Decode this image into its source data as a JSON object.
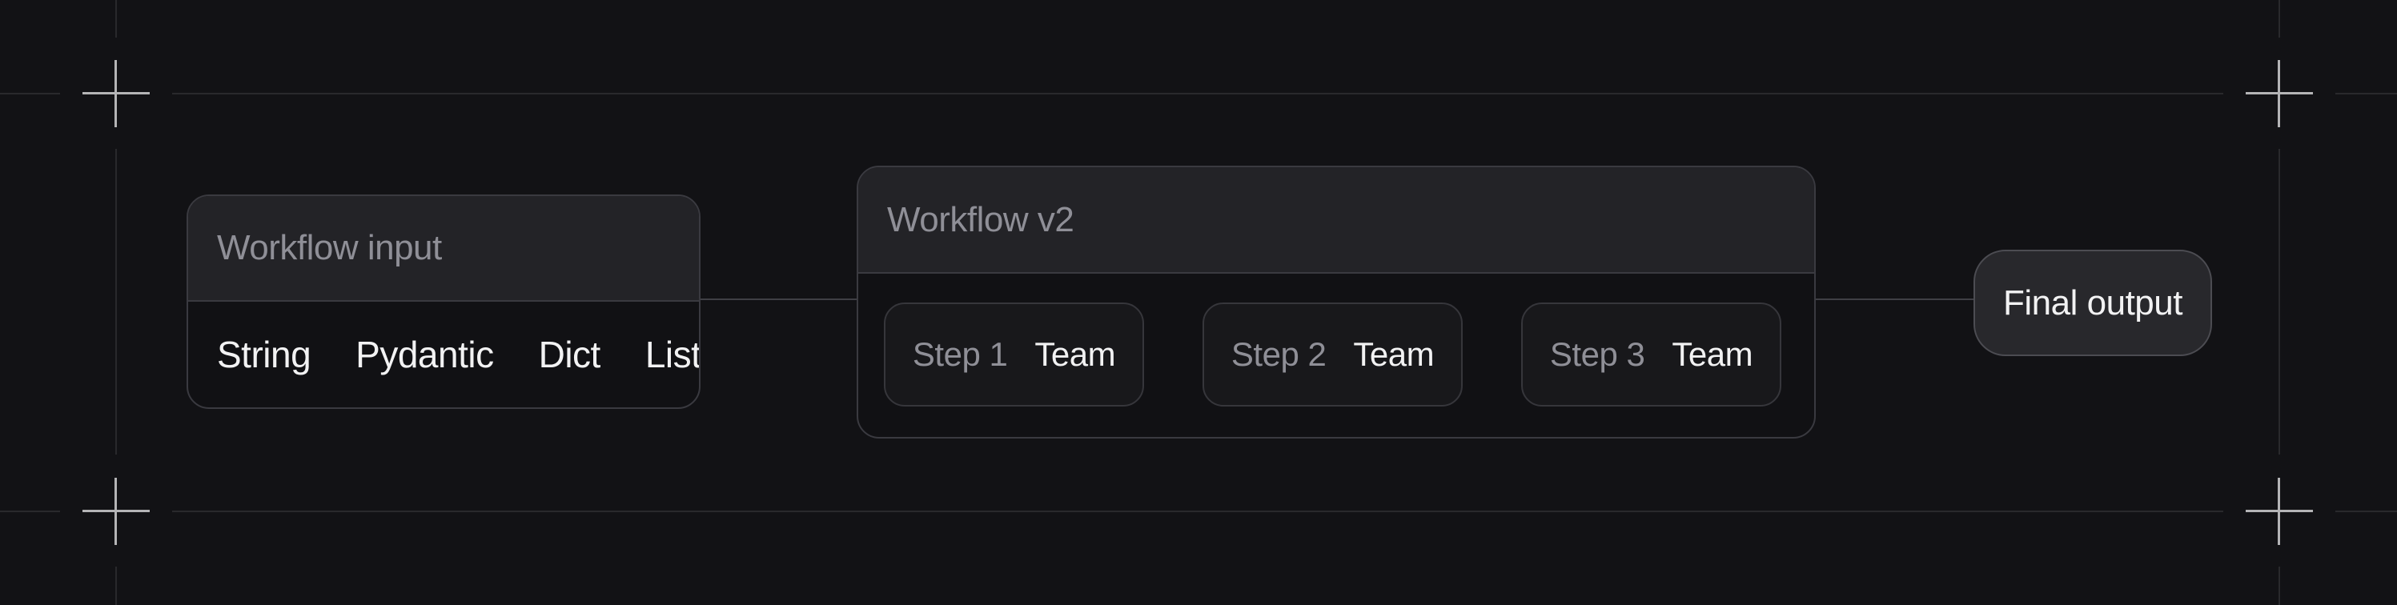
{
  "palette": {
    "background": "#121215",
    "guide_line": "#29292c",
    "crosshair": "#b4b4b6",
    "connector": "#3f3f45",
    "box_border": "#3a3a40",
    "box_header_bg": "#232327",
    "box_body_bg": "#111114",
    "card_bg": "#18181b",
    "card_border": "#36363b",
    "output_bg": "#28282c",
    "output_border": "#4c4c52",
    "muted_text": "#8f8f97",
    "bright_text": "#f2f2f3"
  },
  "input_box": {
    "title": "Workflow input",
    "items": [
      "String",
      "Pydantic",
      "Dict",
      "List"
    ]
  },
  "workflow_box": {
    "title": "Workflow v2",
    "steps": [
      {
        "label": "Step 1",
        "type": "Team"
      },
      {
        "label": "Step 2",
        "type": "Team"
      },
      {
        "label": "Step 3",
        "type": "Team"
      }
    ]
  },
  "output_box": {
    "label": "Final output"
  }
}
